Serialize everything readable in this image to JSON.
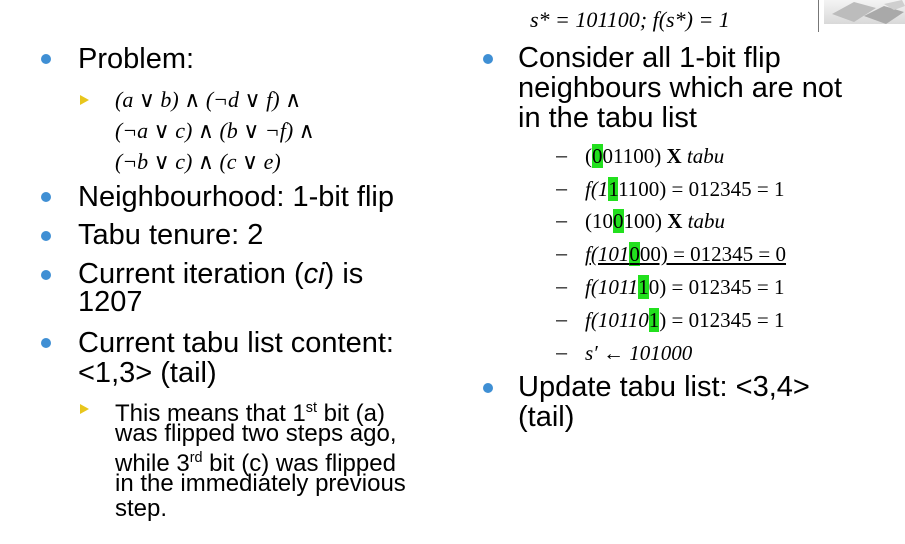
{
  "top_formula": {
    "pre": "s* = 101100; ",
    "f": "f",
    "rest": "(s*) = 1"
  },
  "left": {
    "problem_label": "Problem:",
    "problem_lines": [
      "(a ∨ b) ∧ (¬d ∨ f) ∧",
      "(¬a ∨ c) ∧ (b ∨ ¬f) ∧",
      "(¬b ∨ c) ∧ (c ∨ e)"
    ],
    "neighbourhood": "Neighbourhood: 1-bit flip",
    "tenure": "Tabu tenure: 2",
    "ci_pre": "Current iteration (",
    "ci_abbr": "ci",
    "ci_post": ") is",
    "ci_value": "1207",
    "tabu_line1": "Current tabu list content:",
    "tabu_line2": "<1,3> (tail)",
    "explain_1a": "This means that 1",
    "explain_1sup": "st",
    "explain_1b": " bit (a)",
    "explain_2": "was flipped two steps ago,",
    "explain_3a": "while 3",
    "explain_3sup": "rd",
    "explain_3b": " bit (c) was flipped",
    "explain_4": "in the immediately previous",
    "explain_5": "step."
  },
  "right": {
    "consider_1": "Consider all 1-bit flip",
    "consider_2": "neighbours which are not",
    "consider_3": "in the tabu list",
    "rows": [
      {
        "a": "(",
        "h": "0",
        "b": "01100) ",
        "c": "X ",
        "d": "tabu"
      },
      {
        "a": "f(1",
        "h": "1",
        "b": "1100) = 012345 = 1"
      },
      {
        "a": "(10",
        "h": "0",
        "b": "100) ",
        "c": "X ",
        "d": "tabu"
      },
      {
        "a": "f(101",
        "h": "0",
        "b": "00) = 012345 = 0"
      },
      {
        "a": "f(1011",
        "h": "1",
        "b": "0) = 012345 = 1"
      },
      {
        "a": "f(10110",
        "h": "1",
        "b": ") = 012345 = 1"
      },
      {
        "a": "s′ ← 101000"
      }
    ],
    "update_1": "Update tabu list: <3,4>",
    "update_2": "(tail)"
  },
  "colors": {
    "bullet": "#3f8fd4",
    "arrow": "#e8c61c",
    "highlight": "#22e01e"
  }
}
